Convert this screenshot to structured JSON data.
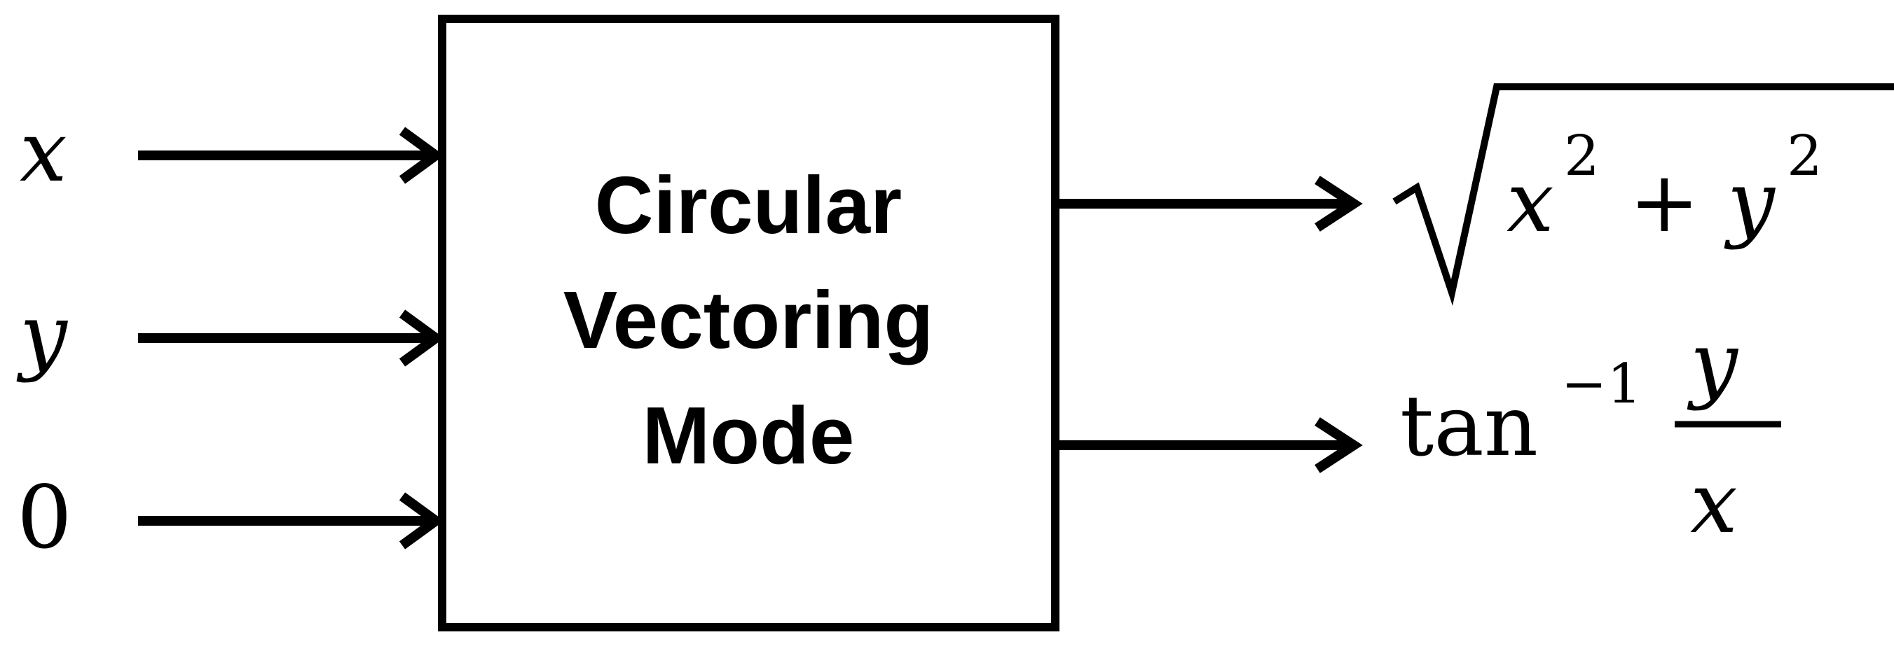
{
  "inputs": {
    "x": "x",
    "y": "y",
    "zero": "0"
  },
  "block": {
    "line1": "Circular",
    "line2": "Vectoring",
    "line3": "Mode"
  },
  "outputs": {
    "magnitude": {
      "var1": "x",
      "exp1": "2",
      "plus": "+",
      "var2": "y",
      "exp2": "2"
    },
    "angle": {
      "func": "tan",
      "exp": "−1",
      "numerator": "y",
      "denominator": "x"
    }
  },
  "colors": {
    "stroke": "#000000",
    "background": "#ffffff"
  }
}
